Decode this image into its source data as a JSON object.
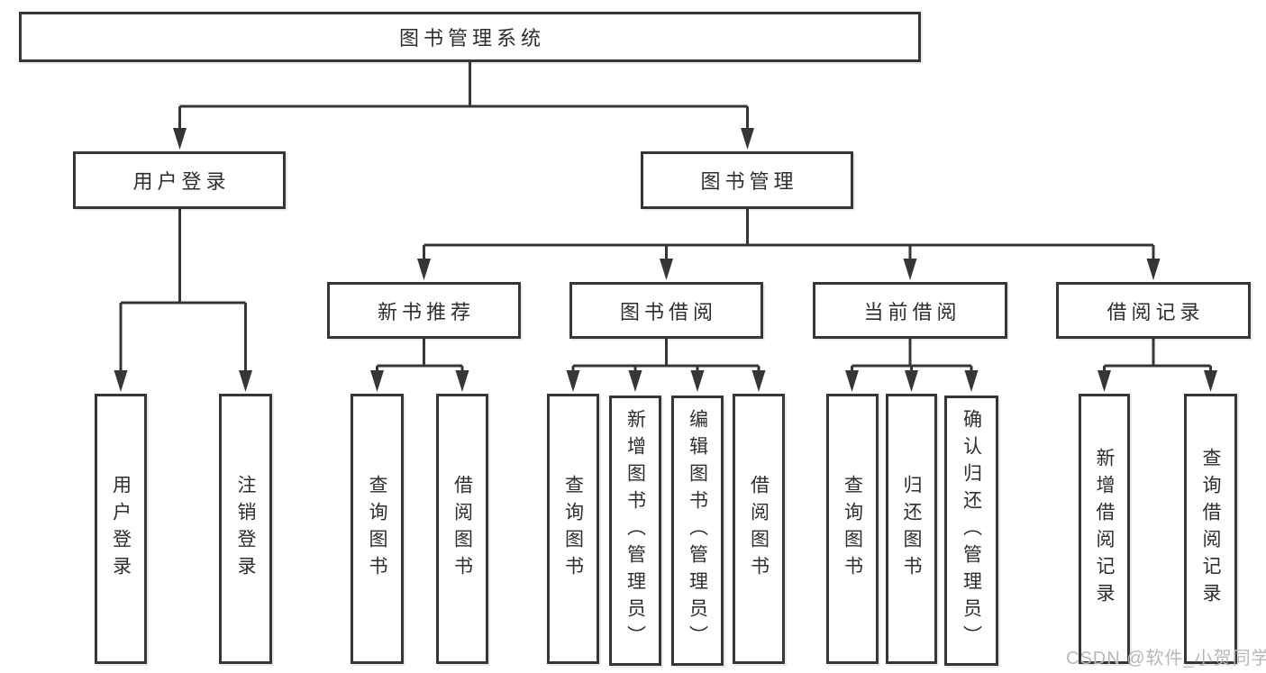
{
  "tree": {
    "label": "图书管理系统",
    "children": [
      {
        "label": "用户登录",
        "children": [
          {
            "label": "用户登录"
          },
          {
            "label": "注销登录"
          }
        ]
      },
      {
        "label": "图书管理",
        "children": [
          {
            "label": "新书推荐",
            "children": [
              {
                "label": "查询图书"
              },
              {
                "label": "借阅图书"
              }
            ]
          },
          {
            "label": "图书借阅",
            "children": [
              {
                "label": "查询图书"
              },
              {
                "label": "新增图书（管理员）"
              },
              {
                "label": "编辑图书（管理员）"
              },
              {
                "label": "借阅图书"
              }
            ]
          },
          {
            "label": "当前借阅",
            "children": [
              {
                "label": "查询图书"
              },
              {
                "label": "归还图书"
              },
              {
                "label": "确认归还（管理员）"
              }
            ]
          },
          {
            "label": "借阅记录",
            "children": [
              {
                "label": "新增借阅记录"
              },
              {
                "label": "查询借阅记录"
              }
            ]
          }
        ]
      }
    ]
  },
  "watermark": {
    "text": "CSDN @软件_小贺同学"
  },
  "colors": {
    "line": "#363636",
    "box_border": "#363636",
    "box_background": "#ffffff",
    "text": "#2e2e2e",
    "watermark": "#b8b8b8",
    "background": "#ffffff"
  }
}
